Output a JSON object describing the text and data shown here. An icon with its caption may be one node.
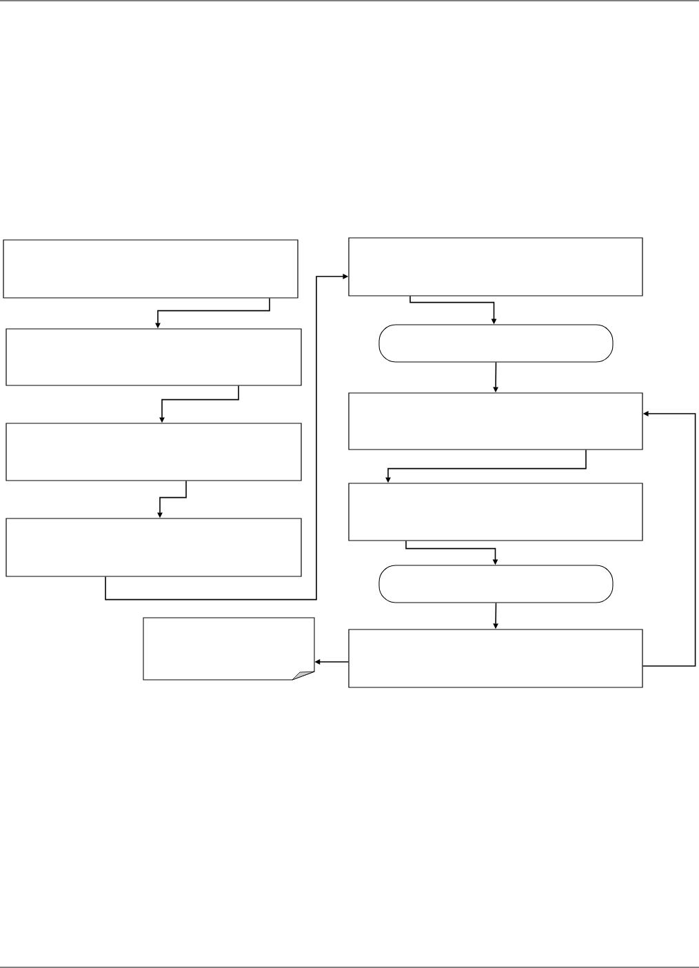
{
  "diagram": {
    "nodes": [
      {
        "text": [],
        "shape": "box"
      },
      {
        "text": [],
        "shape": "box"
      },
      {
        "text": [],
        "shape": "box"
      },
      {
        "text": [],
        "shape": "box"
      },
      {
        "text": [],
        "shape": "box"
      },
      {
        "text": [],
        "shape": "stadium"
      },
      {
        "text": [],
        "shape": "box"
      },
      {
        "text": [],
        "shape": "box"
      },
      {
        "text": [],
        "shape": "stadium"
      },
      {
        "text": [],
        "shape": "box"
      },
      {
        "text": [],
        "shape": "document"
      }
    ],
    "edges": [
      {
        "from": 0,
        "to": 1,
        "arrow": "to"
      },
      {
        "from": 1,
        "to": 2,
        "arrow": "to"
      },
      {
        "from": 2,
        "to": 3,
        "arrow": "to"
      },
      {
        "from": 3,
        "to": 4,
        "arrow": "to"
      },
      {
        "from": 4,
        "to": 5,
        "arrow": "to"
      },
      {
        "from": 5,
        "to": 6,
        "arrow": "to"
      },
      {
        "from": 6,
        "to": 7,
        "arrow": "to"
      },
      {
        "from": 7,
        "to": 8,
        "arrow": "to"
      },
      {
        "from": 8,
        "to": 9,
        "arrow": "to"
      },
      {
        "from": 9,
        "to": 6,
        "arrow": "to"
      },
      {
        "from": 9,
        "to": 10,
        "arrow": "to"
      }
    ]
  }
}
